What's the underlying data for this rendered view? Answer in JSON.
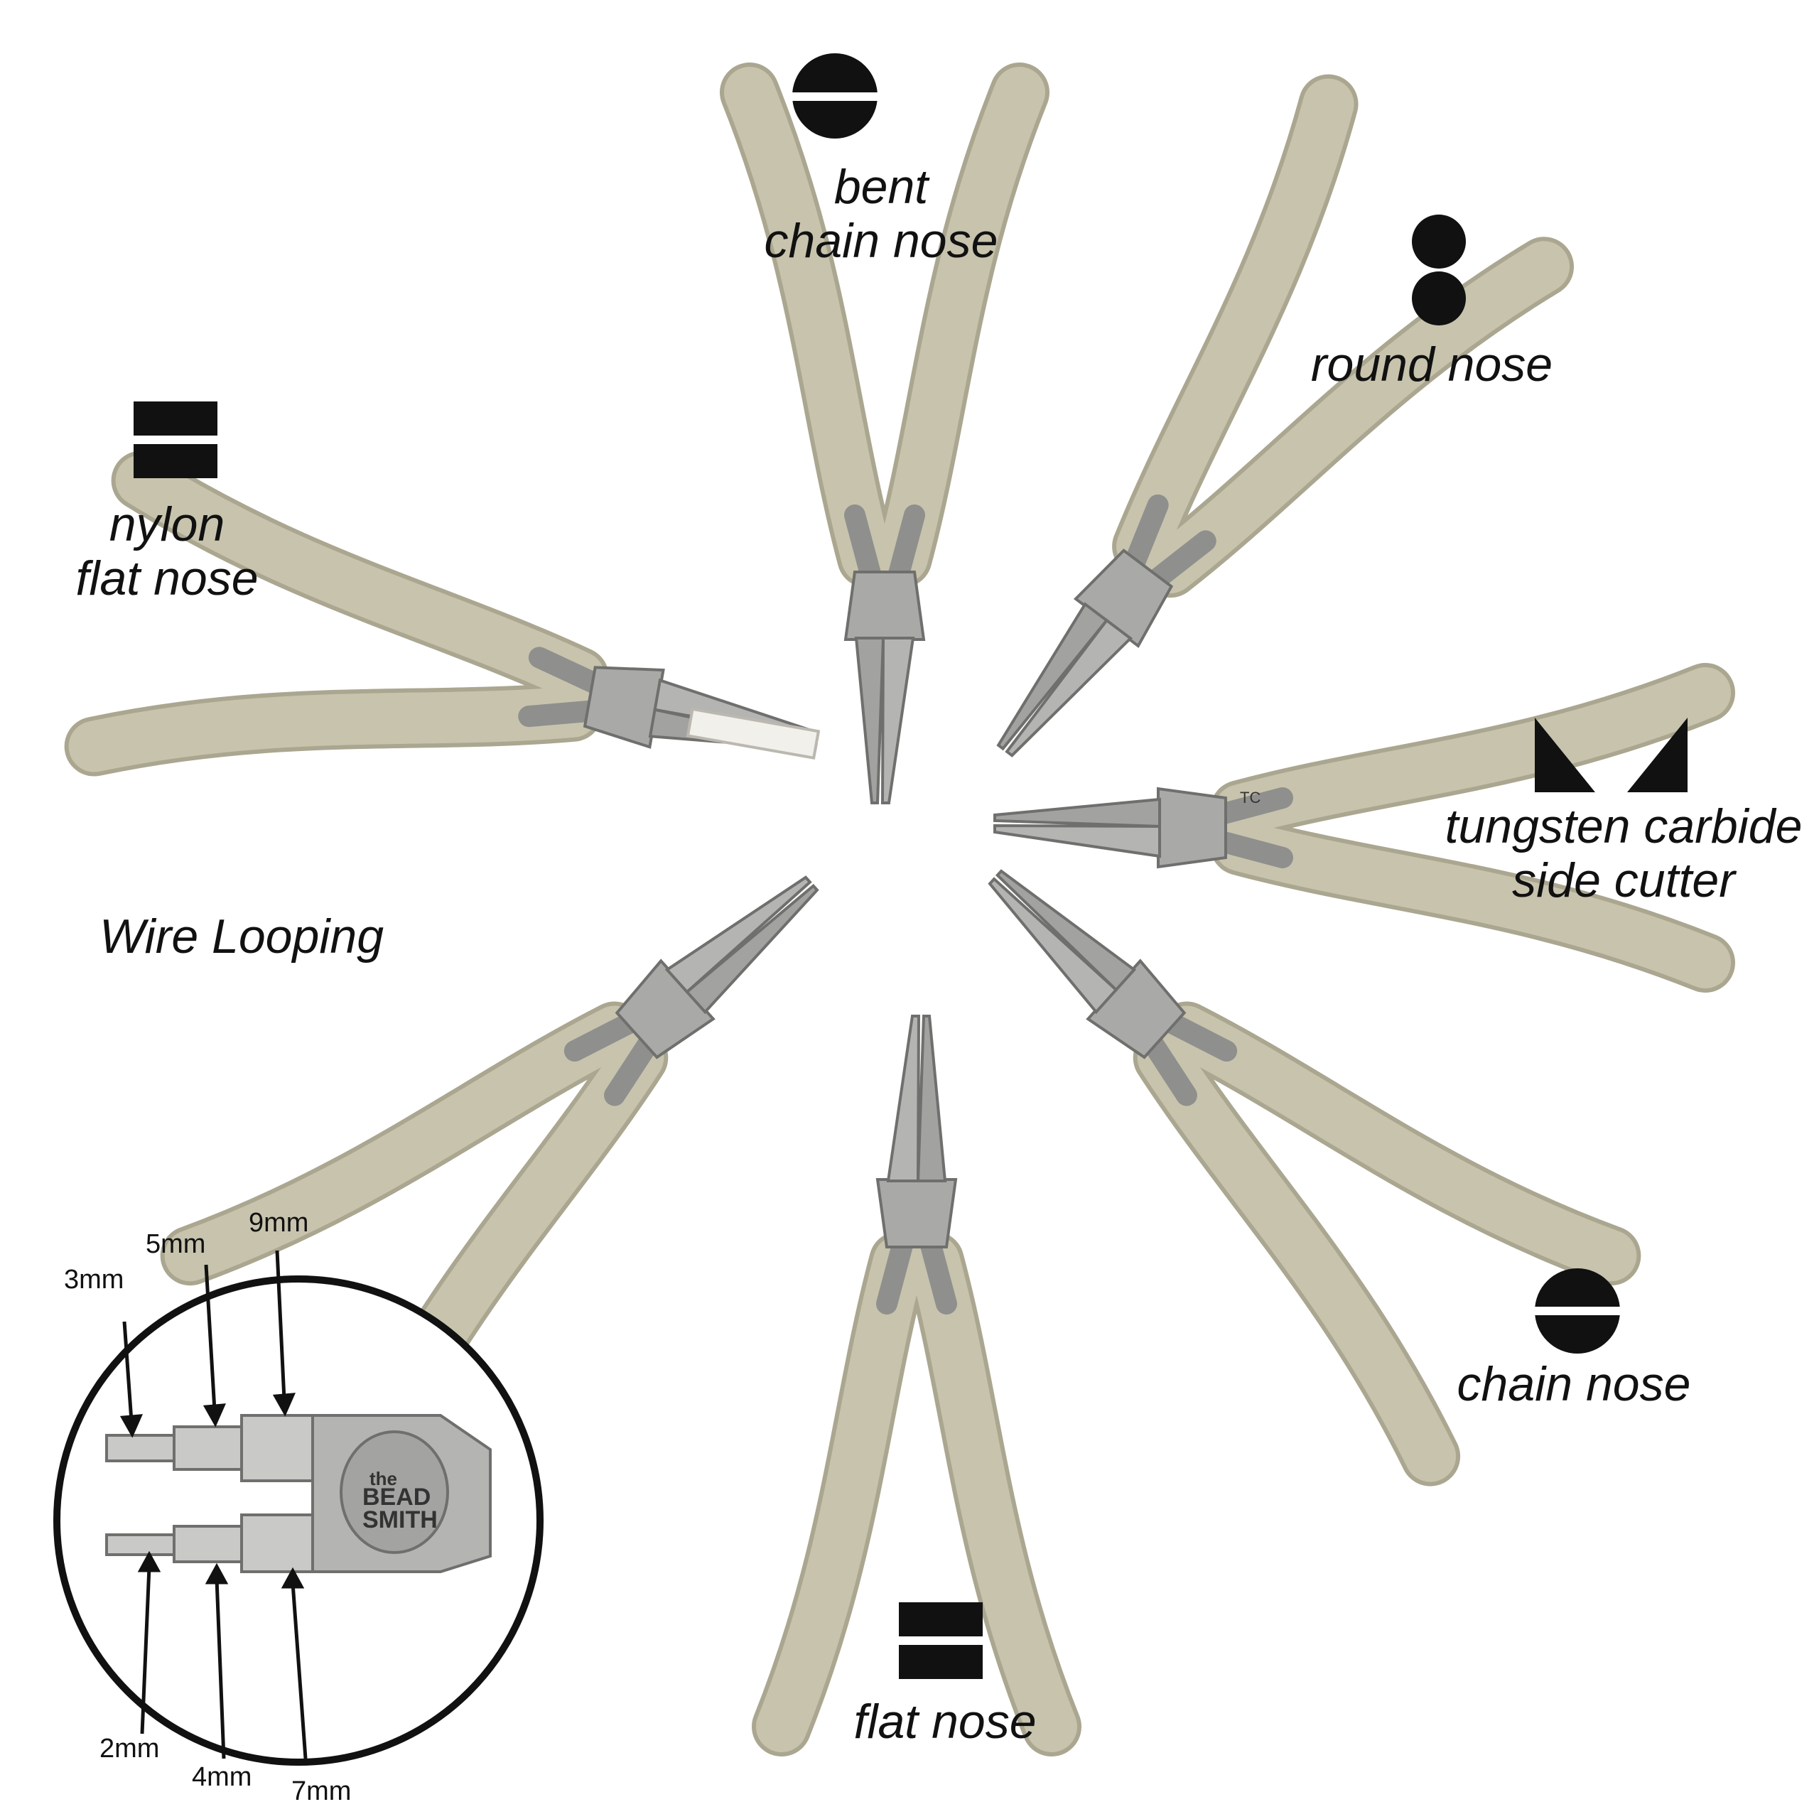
{
  "colors": {
    "background": "#ffffff",
    "handle": "#c7c3ad",
    "handle_shadow": "#aaa690",
    "metal": "#a9a9a7",
    "metal_dark": "#6f6f6d",
    "nylon_jaw": "#f2f0ea",
    "text": "#111111"
  },
  "labels": {
    "bent_chain_nose": [
      "bent",
      "chain nose"
    ],
    "round_nose": "round nose",
    "nylon_flat_nose": [
      "nylon",
      "flat nose"
    ],
    "tungsten_side_cutter": [
      "tungsten carbide",
      "side cutter"
    ],
    "wire_looping": "Wire Looping",
    "chain_nose": "chain nose",
    "flat_nose": "flat nose"
  },
  "icons": {
    "bent_chain_nose": "split-circle-icon",
    "round_nose": "two-dots-icon",
    "nylon_flat_nose": "two-bars-icon",
    "tungsten_side_cutter": "two-triangles-icon",
    "chain_nose": "split-circle-icon",
    "flat_nose": "two-bars-icon"
  },
  "brand": [
    "the",
    "BEAD",
    "SMITH"
  ],
  "tc_mark": "TC",
  "inset": {
    "top_sizes": [
      "3mm",
      "5mm",
      "9mm"
    ],
    "bottom_sizes": [
      "2mm",
      "4mm",
      "7mm"
    ]
  }
}
